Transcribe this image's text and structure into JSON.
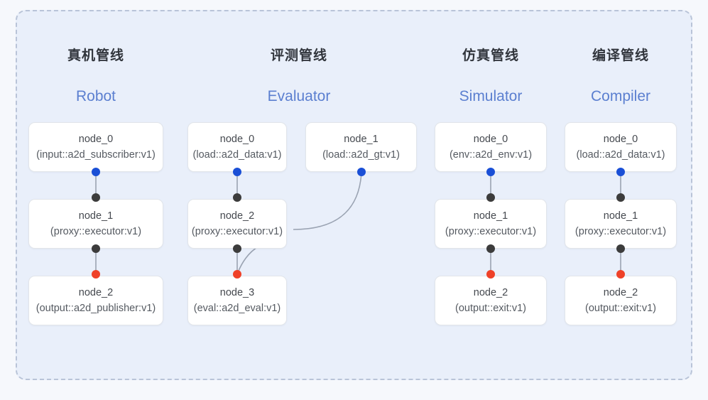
{
  "diagram": {
    "title_visible": false,
    "colors": {
      "panel_bg": "#e9effa",
      "page_bg": "#f6f8fc",
      "panel_border": "#b9c4d8",
      "node_bg": "#ffffff",
      "node_border": "#e2e5ea",
      "title_text": "#31353c",
      "subtitle_text": "#5b7fd0",
      "dot_input": "#1a4fd6",
      "dot_link": "#3c3c3c",
      "dot_output": "#ef4128",
      "edge_line": "#9aa3b2"
    },
    "columns": [
      {
        "id": "robot",
        "title_cn": "真机管线",
        "title_en": "Robot",
        "nodes": [
          {
            "id": "robot-node-0",
            "name": "node_0",
            "type": "(input::a2d_subscriber:v1)"
          },
          {
            "id": "robot-node-1",
            "name": "node_1",
            "type": "(proxy::executor:v1)"
          },
          {
            "id": "robot-node-2",
            "name": "node_2",
            "type": "(output::a2d_publisher:v1)"
          }
        ]
      },
      {
        "id": "evaluator",
        "title_cn": "评测管线",
        "title_en": "Evaluator",
        "nodes": [
          {
            "id": "eval-node-0",
            "name": "node_0",
            "type": "(load::a2d_data:v1)"
          },
          {
            "id": "eval-node-1",
            "name": "node_1",
            "type": "(load::a2d_gt:v1)"
          },
          {
            "id": "eval-node-2",
            "name": "node_2",
            "type": "(proxy::executor:v1)"
          },
          {
            "id": "eval-node-3",
            "name": "node_3",
            "type": "(eval::a2d_eval:v1)"
          }
        ]
      },
      {
        "id": "simulator",
        "title_cn": "仿真管线",
        "title_en": "Simulator",
        "nodes": [
          {
            "id": "sim-node-0",
            "name": "node_0",
            "type": "(env::a2d_env:v1)"
          },
          {
            "id": "sim-node-1",
            "name": "node_1",
            "type": "(proxy::executor:v1)"
          },
          {
            "id": "sim-node-2",
            "name": "node_2",
            "type": "(output::exit:v1)"
          }
        ]
      },
      {
        "id": "compiler",
        "title_cn": "编译管线",
        "title_en": "Compiler",
        "nodes": [
          {
            "id": "comp-node-0",
            "name": "node_0",
            "type": "(load::a2d_data:v1)"
          },
          {
            "id": "comp-node-1",
            "name": "node_1",
            "type": "(proxy::executor:v1)"
          },
          {
            "id": "comp-node-2",
            "name": "node_2",
            "type": "(output::exit:v1)"
          }
        ]
      }
    ]
  }
}
